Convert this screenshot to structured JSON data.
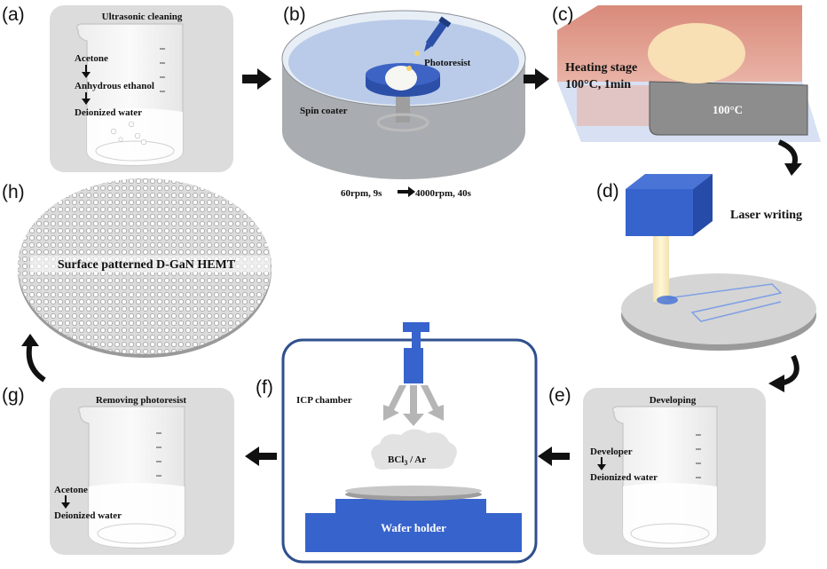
{
  "panels": {
    "a": {
      "label": "(a)",
      "title": "Ultrasonic cleaning",
      "steps": [
        "Acetone",
        "Anhydrous ethanol",
        "Deionized water"
      ]
    },
    "b": {
      "label": "(b)",
      "photoresist": "Photoresist",
      "spin_coater": "Spin coater",
      "speed1": "60rpm, 9s",
      "speed2": "4000rpm, 40s"
    },
    "c": {
      "label": "(c)",
      "line1": "Heating stage",
      "line2": "100°C, 1min",
      "stage_temp": "100°C"
    },
    "d": {
      "label": "(d)",
      "title": "Laser writing"
    },
    "e": {
      "label": "(e)",
      "title": "Developing",
      "steps": [
        "Developer",
        "Deionized water"
      ]
    },
    "f": {
      "label": "(f)",
      "chamber": "ICP chamber",
      "gas_main": "BCl",
      "gas_sub": "3",
      "gas_rest": " / Ar",
      "holder": "Wafer holder"
    },
    "g": {
      "label": "(g)",
      "title": "Removing photoresist",
      "steps": [
        "Acetone",
        "Deionized water"
      ]
    },
    "h": {
      "label": "(h)",
      "title": "Surface patterned D-GaN HEMT"
    }
  }
}
